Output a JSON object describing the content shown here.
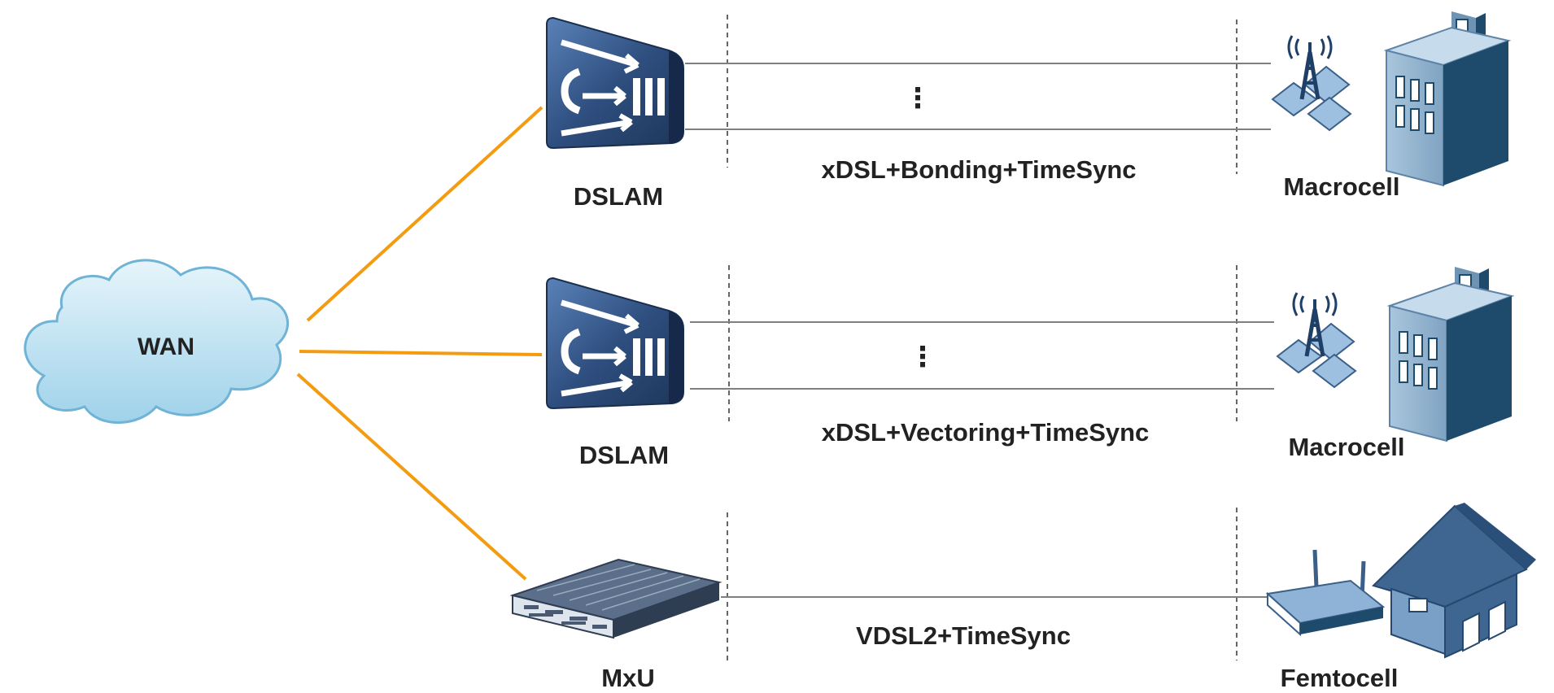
{
  "colors": {
    "link": "#F39C12",
    "line": "#7f7f7f",
    "device_dark": "#2c4770",
    "device_light": "#4a6fa5",
    "building": "#8fb0cc",
    "building_dark": "#1e4a6b",
    "house": "#3f6591",
    "cloud": "#b8dff0"
  },
  "icons": [
    "cloud-icon",
    "dslam-icon",
    "mxu-icon",
    "tower-icon",
    "building-icon",
    "router-icon",
    "house-icon"
  ],
  "wan": {
    "label": "WAN"
  },
  "rows": [
    {
      "device": "DSLAM",
      "link": "xDSL+Bonding+TimeSync",
      "endpoint": "Macrocell",
      "ellipsis": "⋮"
    },
    {
      "device": "DSLAM",
      "link": "xDSL+Vectoring+TimeSync",
      "endpoint": "Macrocell",
      "ellipsis": "⋮"
    },
    {
      "device": "MxU",
      "link": "VDSL2+TimeSync",
      "endpoint": "Femtocell"
    }
  ]
}
